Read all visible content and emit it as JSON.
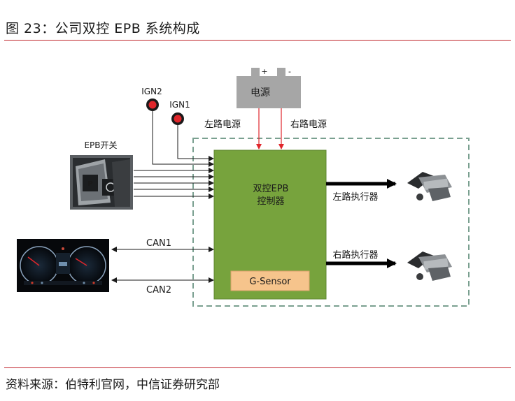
{
  "header": {
    "title": "图 23：公司双控 EPB 系统构成"
  },
  "footer": {
    "source": "资料来源：伯特利官网，中信证券研究部"
  },
  "diagram": {
    "power": {
      "label": "电源",
      "plus": "+",
      "minus": "-"
    },
    "power_left_label": "左路电源",
    "power_right_label": "右路电源",
    "ign2": "IGN2",
    "ign1": "IGN1",
    "epb_switch_label": "EPB开关",
    "controller": {
      "line1": "双控EPB",
      "line2": "控制器"
    },
    "gsensor": "G-Sensor",
    "can1": "CAN1",
    "can2": "CAN2",
    "left_actuator": "左路执行器",
    "right_actuator": "右路执行器",
    "colors": {
      "controller_fill": "#77a33d",
      "gsensor_fill": "#f6c48c",
      "power_fill": "#a6a6a6",
      "dashed_border": "#7aa090",
      "red_lines": "#e0262b",
      "title_rule": "#c0262d"
    }
  }
}
